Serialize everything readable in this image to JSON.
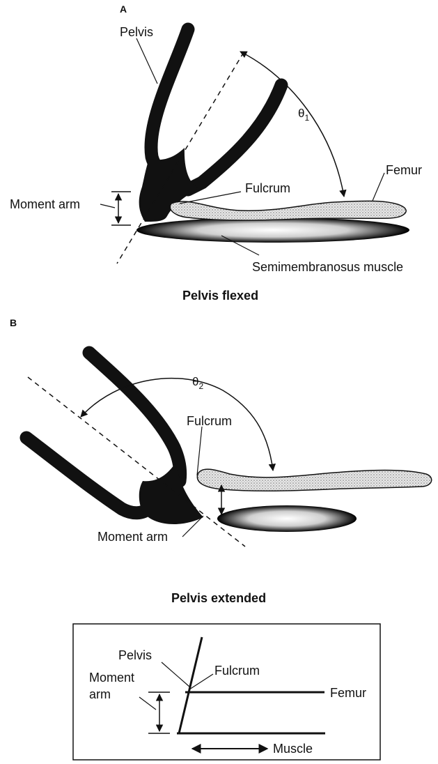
{
  "panel_a": {
    "letter": "A",
    "pelvis": "Pelvis",
    "theta": "θ",
    "theta_sub": "1",
    "femur": "Femur",
    "fulcrum": "Fulcrum",
    "moment_arm": "Moment arm",
    "muscle": "Semimembranosus muscle",
    "caption": "Pelvis flexed"
  },
  "panel_b": {
    "letter": "B",
    "theta": "θ",
    "theta_sub": "2",
    "fulcrum": "Fulcrum",
    "moment_arm": "Moment arm",
    "caption": "Pelvis extended"
  },
  "schematic": {
    "pelvis": "Pelvis",
    "fulcrum": "Fulcrum",
    "moment_line1": "Moment",
    "moment_line2": "arm",
    "femur": "Femur",
    "muscle": "Muscle"
  }
}
